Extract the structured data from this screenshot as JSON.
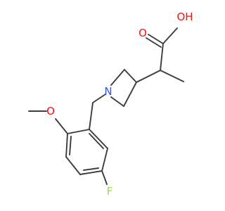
{
  "atom_labels": {
    "hydroxyl": "OH",
    "carbonyl_oxygen": "O",
    "azetidine_nitrogen": "N",
    "methoxy_oxygen": "O",
    "fluorine": "F"
  },
  "colors": {
    "bond": "#3c3c3c",
    "oxygen": "#ff0d0d",
    "nitrogen": "#3050f8",
    "fluorine": "#90e050"
  }
}
